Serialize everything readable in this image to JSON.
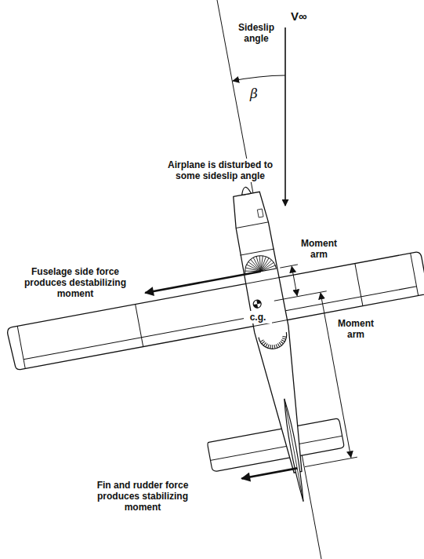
{
  "diagram": {
    "labels": [
      "V∞",
      "Sideslip angle",
      "β",
      "Airplane is disturbed to some sideslip angle",
      "Fuselage side force produces destabilizing moment",
      "Moment arm",
      "c.g.",
      "Moment arm",
      "Fin and rudder force produces stabilizing moment"
    ]
  }
}
